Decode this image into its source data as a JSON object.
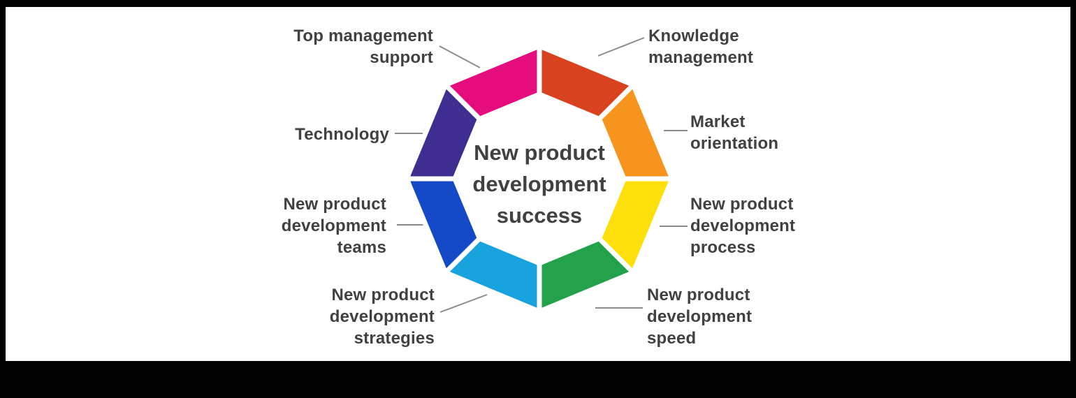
{
  "frame": {
    "background": "#ffffff",
    "border": "#000000"
  },
  "center": {
    "title": "New product\ndevelopment\nsuccess",
    "color": "#414042"
  },
  "label_color": "#414042",
  "leader_color": "#8c8c8c",
  "segments": [
    {
      "id": "knowledge-management",
      "label": "Knowledge\nmanagement",
      "color": "#d8421f",
      "start_angle": 45
    },
    {
      "id": "top-management-support",
      "label": "Top management\nsupport",
      "color": "#e50c7e",
      "start_angle": 90
    },
    {
      "id": "technology",
      "label": "Technology",
      "color": "#3f2d91",
      "start_angle": 135
    },
    {
      "id": "new-product-development-teams",
      "label": "New product\ndevelopment\nteams",
      "color": "#1449c8",
      "start_angle": 180
    },
    {
      "id": "new-product-development-strategies",
      "label": "New product\ndevelopment\nstrategies",
      "color": "#18a3de",
      "start_angle": 225
    },
    {
      "id": "new-product-development-speed",
      "label": "New product\ndevelopment\nspeed",
      "color": "#23a24b",
      "start_angle": 270
    },
    {
      "id": "new-product-development-process",
      "label": "New product\ndevelopment\nprocess",
      "color": "#fddf0c",
      "start_angle": 315
    },
    {
      "id": "market-orientation",
      "label": "Market\norientation",
      "color": "#f7941e",
      "start_angle": 0
    }
  ]
}
